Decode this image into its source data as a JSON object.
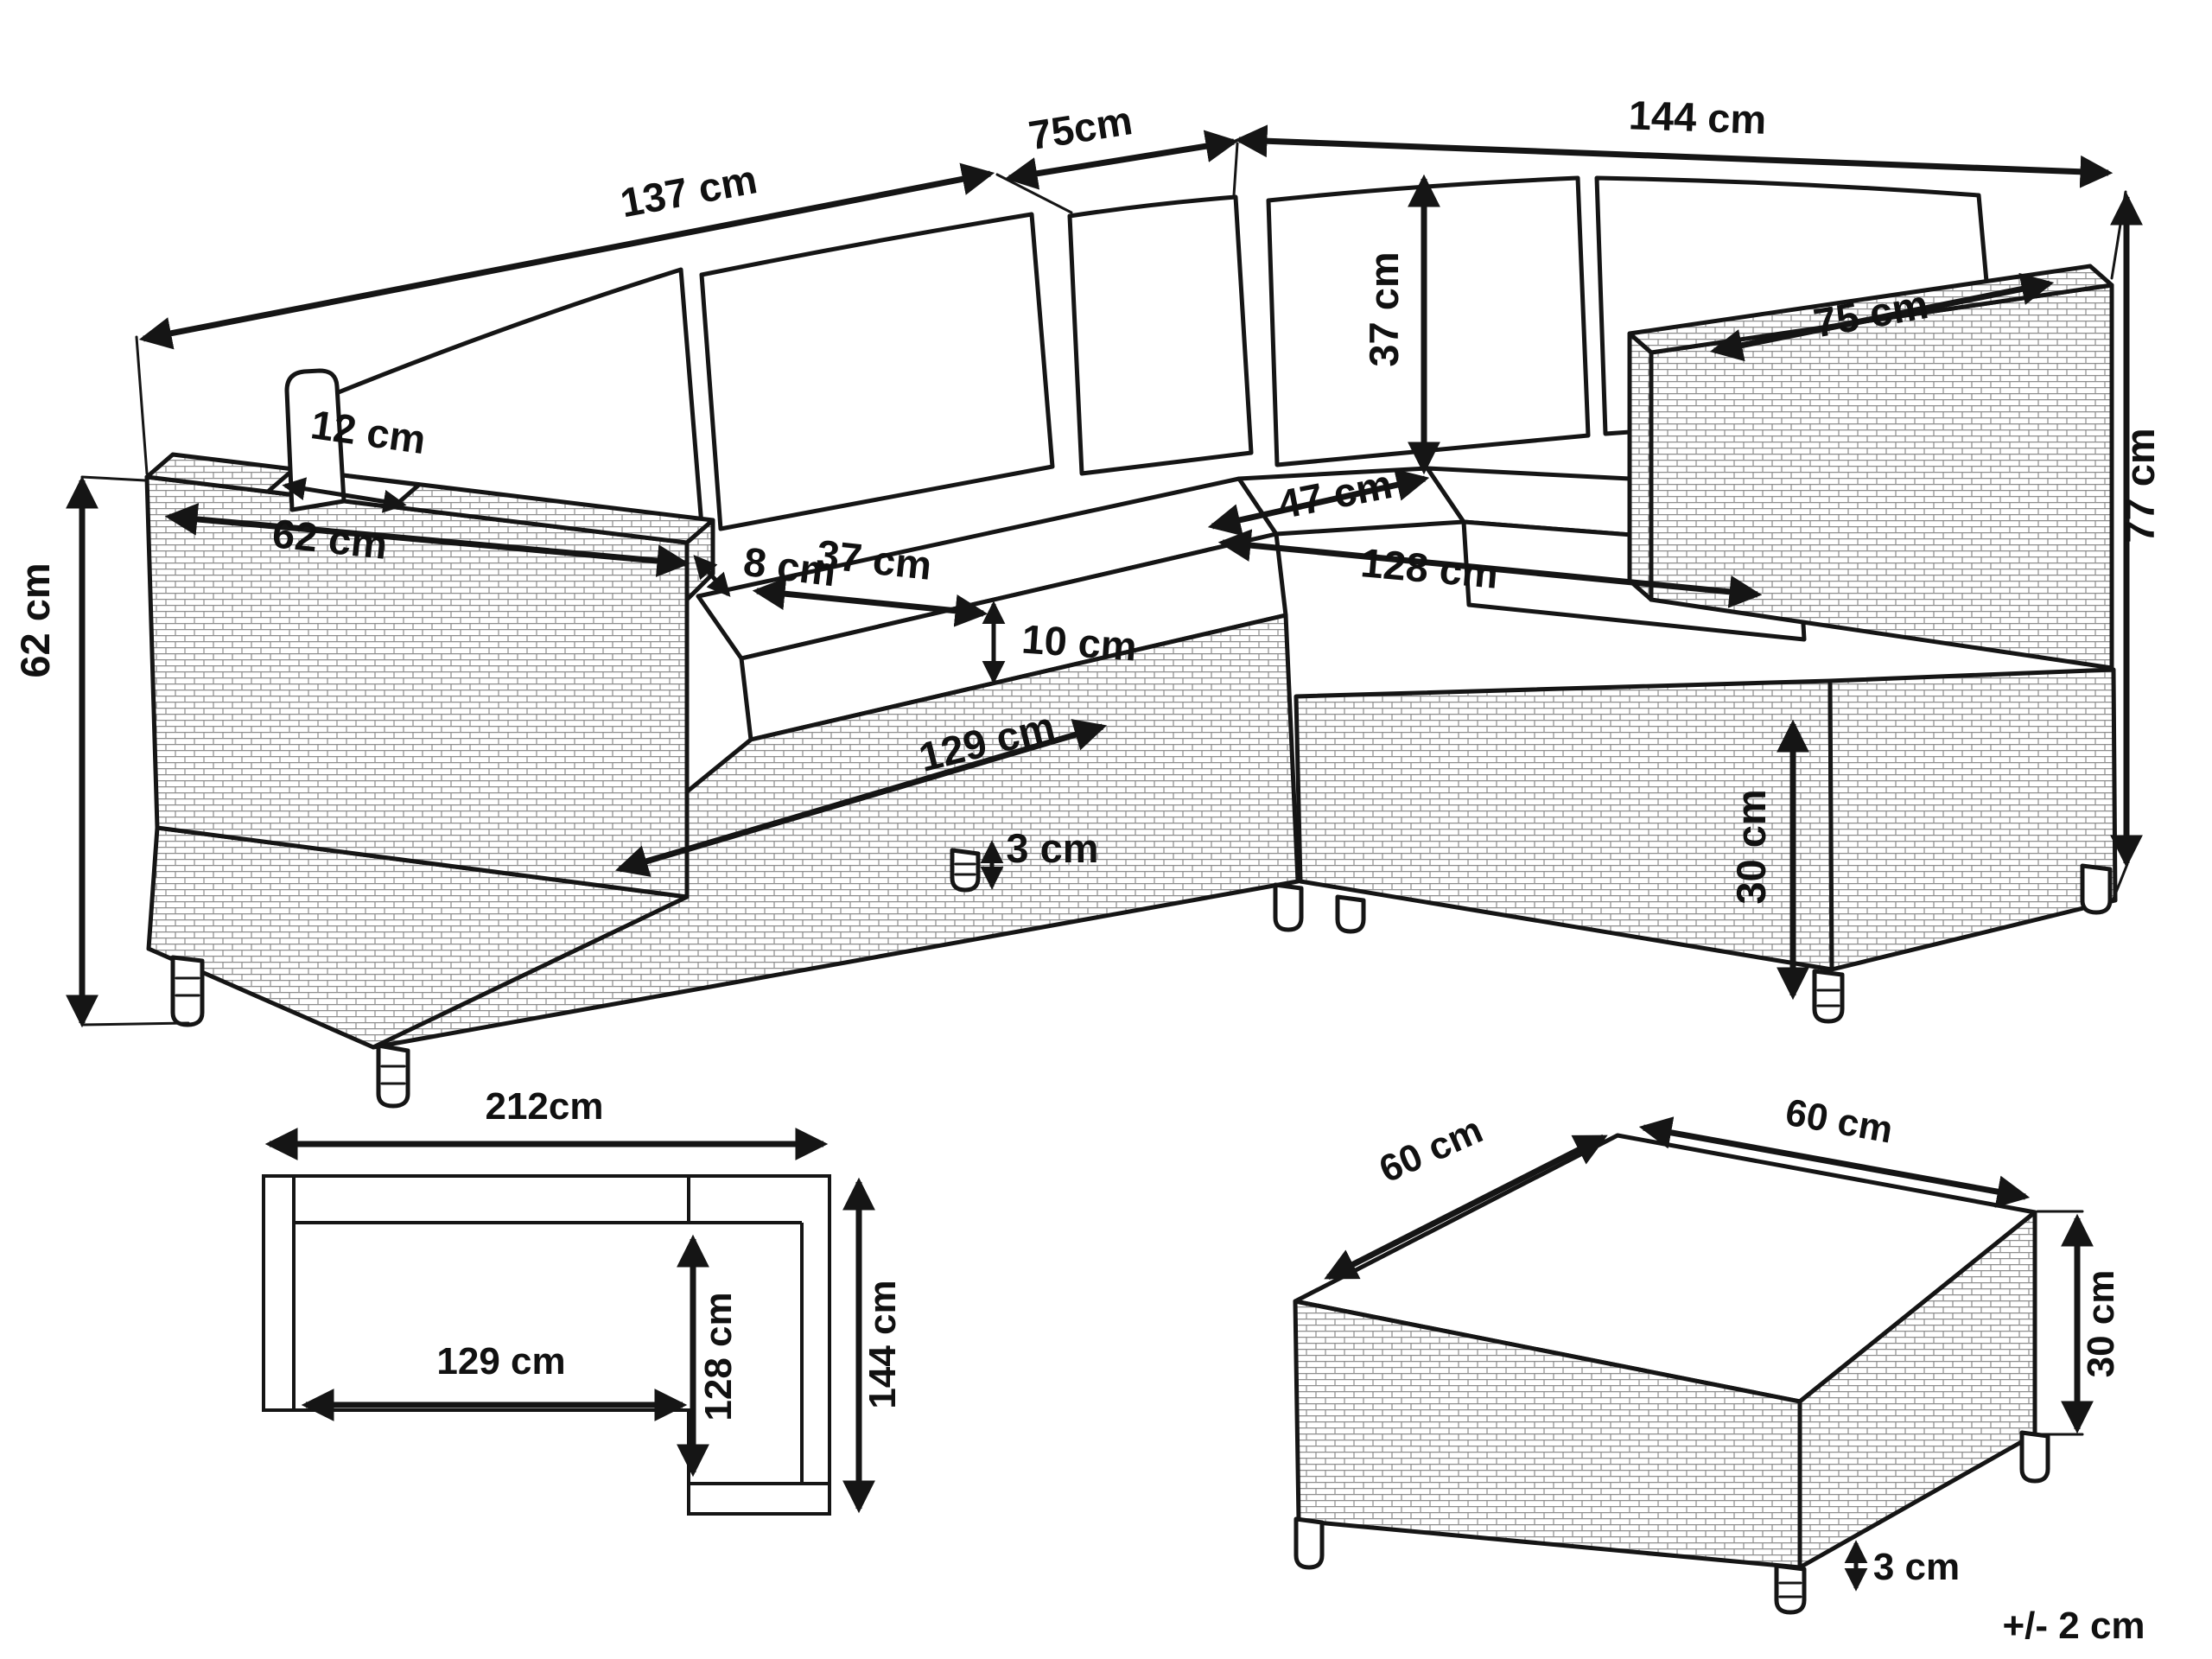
{
  "colors": {
    "line": "#151515",
    "fill": "#ffffff",
    "texture_line": "#8d8d8d"
  },
  "sofa": {
    "description": "corner-sofa-isometric-view",
    "labels": {
      "back_left": "137 cm",
      "back_corner": "75cm",
      "back_right": "144 cm",
      "backrest_height": "37 cm",
      "seat_depth": "37 cm",
      "cushion_thickness": "10 cm",
      "left_seat_width": "129 cm",
      "corner_seat_width": "47 cm",
      "right_seat_width": "128 cm",
      "right_armrest_length": "75 cm",
      "total_height": "77 cm",
      "base_height": "30 cm",
      "armrest_slot_width": "12 cm",
      "left_armrest_length": "62 cm",
      "armrest_thickness": "8 cm",
      "left_height": "62 cm",
      "leg_height": "3 cm"
    }
  },
  "plan": {
    "description": "corner-sofa-top-view",
    "labels": {
      "overall_width": "212cm",
      "inner_width": "129 cm",
      "inner_depth": "128 cm",
      "overall_depth": "144 cm"
    }
  },
  "ottoman": {
    "description": "ottoman-side-table-isometric-view",
    "labels": {
      "top_width": "60 cm",
      "top_depth": "60 cm",
      "height": "30 cm",
      "leg_height": "3 cm"
    }
  },
  "note": {
    "tolerance": "+/- 2 cm"
  }
}
